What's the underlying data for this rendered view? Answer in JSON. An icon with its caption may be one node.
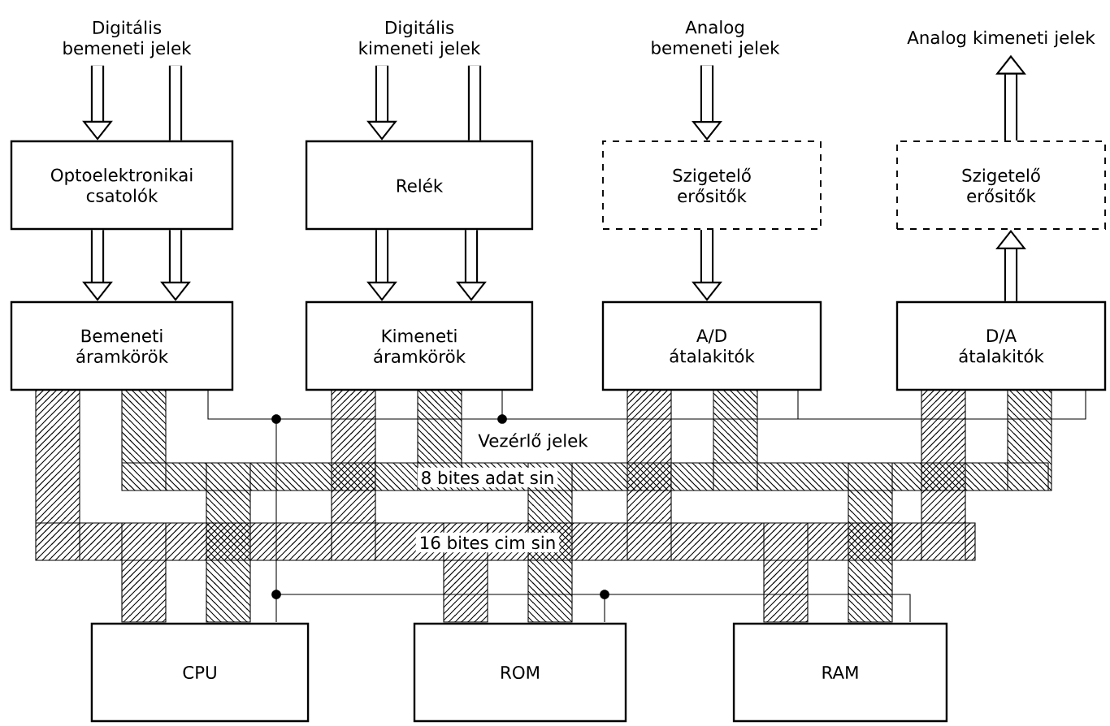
{
  "diagram": {
    "nodes": [
      {
        "text": [
          "Digitális bemeneti jelek"
        ]
      },
      {
        "text": [
          "Digitális kimeneti jelek"
        ]
      },
      {
        "text": [
          "Analog bemeneti jelek"
        ]
      },
      {
        "text": [
          "Analog kimeneti jelek"
        ]
      },
      {
        "text": [
          "Optoelektronikai csatolók"
        ]
      },
      {
        "text": [
          "Relék"
        ]
      },
      {
        "text": [
          "Szigetelő erősitők"
        ]
      },
      {
        "text": [
          "Szigetelő erősitők"
        ]
      },
      {
        "text": [
          "Bemeneti áramkörök"
        ]
      },
      {
        "text": [
          "Kimeneti áramkörök"
        ]
      },
      {
        "text": [
          "A/D átalakitók"
        ]
      },
      {
        "text": [
          "D/A átalakitók"
        ]
      },
      {
        "text": [
          "CPU"
        ]
      },
      {
        "text": [
          "ROM"
        ]
      },
      {
        "text": [
          "RAM"
        ]
      }
    ],
    "edges": [
      {
        "from": 0,
        "to": 4,
        "arrow": "to"
      },
      {
        "from": 0,
        "to": 4,
        "arrow": "none"
      },
      {
        "from": 4,
        "to": 8,
        "arrow": "to"
      },
      {
        "from": 4,
        "to": 8,
        "arrow": "to"
      },
      {
        "from": 1,
        "to": 5,
        "arrow": "to"
      },
      {
        "from": 1,
        "to": 5,
        "arrow": "none"
      },
      {
        "from": 5,
        "to": 9,
        "arrow": "to"
      },
      {
        "from": 5,
        "to": 9,
        "arrow": "to"
      },
      {
        "from": 2,
        "to": 6,
        "arrow": "to"
      },
      {
        "from": 6,
        "to": 10,
        "arrow": "to"
      },
      {
        "from": 7,
        "to": 3,
        "arrow": "to"
      },
      {
        "from": 11,
        "to": 7,
        "arrow": "to"
      }
    ],
    "labels": [
      "Vezérlő jelek",
      "8 bites adat sin",
      "16 bites cim sin"
    ]
  }
}
